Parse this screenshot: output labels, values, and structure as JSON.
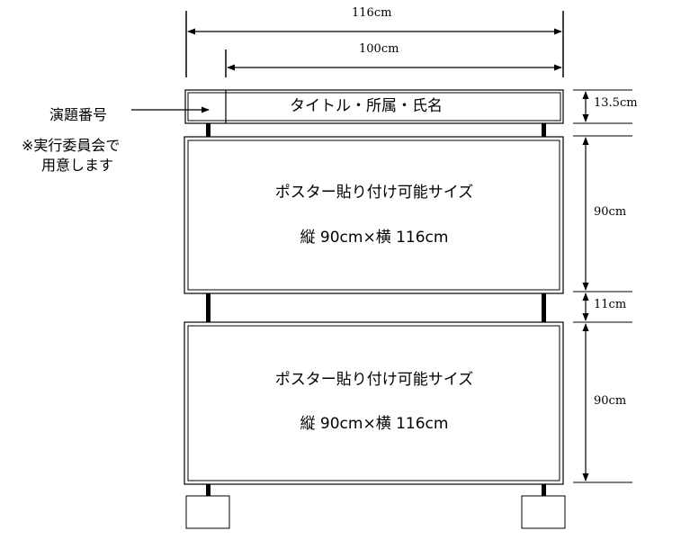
{
  "dimensions": {
    "total_width": "116cm",
    "board_width": "100cm",
    "title_height": "13.5cm",
    "poster_height_upper": "90cm",
    "gap_height": "11cm",
    "poster_height_lower": "90cm"
  },
  "title_board": {
    "label": "タイトル・所属・氏名"
  },
  "annotation": {
    "number_label": "演題番号",
    "note_line1": "※実行委員会で",
    "note_line2": "用意します"
  },
  "posters": [
    {
      "line1": "ポスター貼り付け可能サイズ",
      "line2": "縦 90cm×横 116cm"
    },
    {
      "line1": "ポスター貼り付け可能サイズ",
      "line2": "縦 90cm×横 116cm"
    }
  ]
}
